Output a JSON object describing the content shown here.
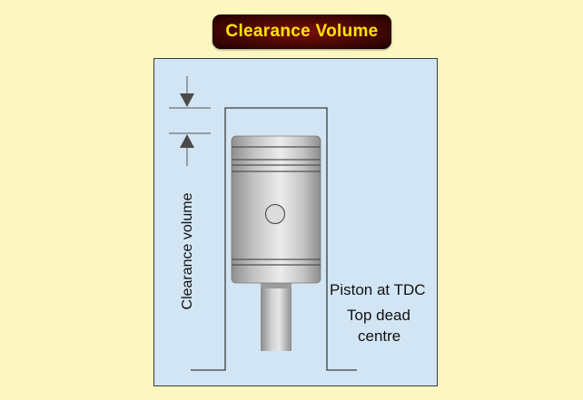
{
  "title": "Clearance Volume",
  "labels": {
    "clearance_volume": "Clearance volume",
    "piston_at_tdc": "Piston at TDC",
    "top_dead": "Top dead",
    "centre": "centre"
  },
  "colors": {
    "background": "#fcf6c0",
    "panel": "#d2e5f4",
    "title_text": "#ffe600",
    "title_bg": "#5a0804",
    "piston_metal": "#c8c8c8",
    "outline": "#3d3d3d"
  }
}
